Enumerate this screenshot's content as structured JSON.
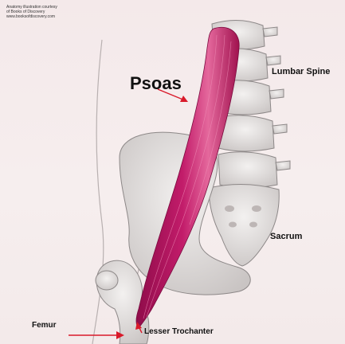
{
  "credit": {
    "line1": "Anatomy illustration courtesy",
    "line2": "of Books of Discovery",
    "line3": "www.booksofdiscovery.com"
  },
  "labels": {
    "psoas": "Psoas",
    "lumbar_spine": "Lumbar Spine",
    "sacrum": "Sacrum",
    "femur": "Femur",
    "lesser_trochanter": "Lesser Trochanter"
  },
  "colors": {
    "muscle": "#b0145e",
    "muscle_highlight": "#e4689c",
    "arrow": "#d91a2a",
    "bone": "#e6e3e2",
    "bone_outline": "#8d8888",
    "background": "#f4e9ea"
  }
}
